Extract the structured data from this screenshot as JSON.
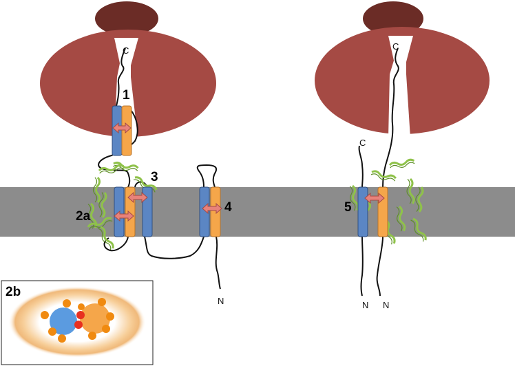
{
  "labels": {
    "site_1": "1",
    "site_2a": "2a",
    "site_2b": "2b",
    "site_3": "3",
    "site_4": "4",
    "site_5": "5"
  },
  "termini": {
    "left_c": "C",
    "right_inner_c": "C",
    "right_outer_c": "C",
    "tm4_n": "N",
    "right_n1": "N",
    "right_n2": "N"
  },
  "colors": {
    "membrane": "#8c8c8c",
    "ribosome_small": "#6b2c26",
    "ribosome_large": "#a54a44",
    "helix_blue": "#5b86c4",
    "helix_orange": "#f5a64a",
    "arrow": "#e8827a",
    "protein": "#8fc24a"
  },
  "icons": {
    "interaction": "double-arrow-icon",
    "protein": "helical-protein-icon"
  }
}
